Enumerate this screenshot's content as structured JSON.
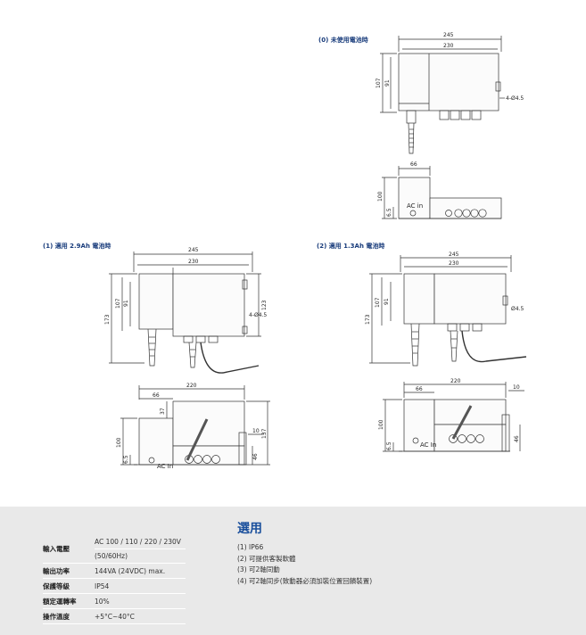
{
  "drawings": {
    "d0": {
      "caption": "(0) 未使用電池時",
      "dims": {
        "w_total": "245",
        "w_body": "230",
        "h_total": "107",
        "h_body": "91",
        "hole": "4-Ø4.5",
        "side_w": "66",
        "side_h": "100",
        "side_small": "6.5"
      },
      "ac_label": "AC in"
    },
    "d1": {
      "caption": "(1) 適用 2.9Ah 電池時",
      "dims": {
        "w_total": "245",
        "w_body": "230",
        "h_outer": "173",
        "h_total": "107",
        "h_body": "91",
        "h_right": "123",
        "hole": "4-Ø4.5",
        "side_w": "220",
        "side_a": "66",
        "side_b": "37",
        "side_c": "10",
        "side_h": "137",
        "side_base": "100",
        "side_small": "6.5",
        "side_r": "46"
      },
      "ac_label": "AC In"
    },
    "d2": {
      "caption": "(2) 適用 1.3Ah 電池時",
      "dims": {
        "w_total": "245",
        "w_body": "230",
        "h_outer": "173",
        "h_total": "107",
        "h_body": "91",
        "hole": "Ø4.5",
        "side_w": "220",
        "side_a": "66",
        "side_c": "10",
        "side_h": "100",
        "side_small": "6.5",
        "side_r": "46"
      },
      "ac_label": "AC In"
    }
  },
  "specs": [
    {
      "label": "輸入電壓",
      "value_line1": "AC 100 / 110 / 220 / 230V",
      "value_line2": "(50/60Hz)"
    },
    {
      "label": "輸出功率",
      "value": "144VA (24VDC) max."
    },
    {
      "label": "保護等級",
      "value": "IP54"
    },
    {
      "label": "額定運轉率",
      "value": "10%"
    },
    {
      "label": "操作溫度",
      "value": "+5°C~40°C"
    }
  ],
  "options": {
    "title": "選用",
    "items": [
      "(1) IP66",
      "(2) 可提供客製軟體",
      "(3) 可2軸同動",
      "(4) 可2軸同步(致動器必須加裝位置回饋裝置)"
    ]
  }
}
